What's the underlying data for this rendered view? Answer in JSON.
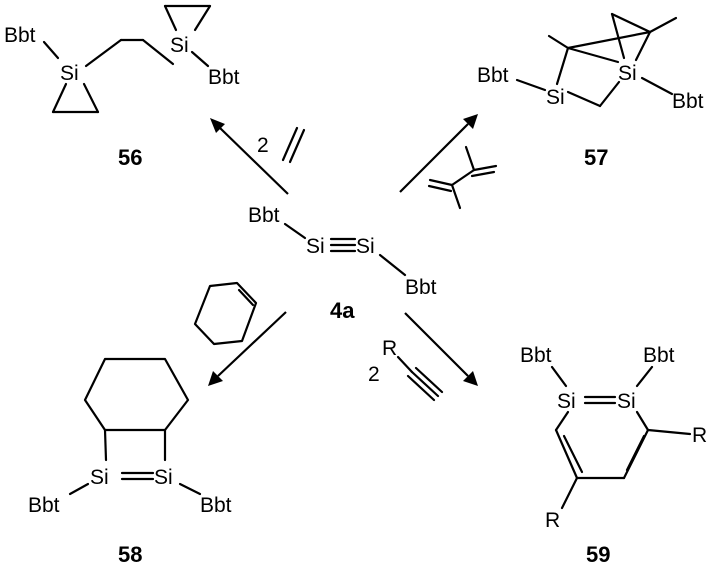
{
  "center": {
    "sub1": "Bbt",
    "si1": "Si",
    "si2": "Si",
    "sub2": "Bbt",
    "label": "4a"
  },
  "c56": {
    "bbt1": "Bbt",
    "si1": "Si",
    "si2": "Si",
    "bbt2": "Bbt",
    "label": "56"
  },
  "c57": {
    "bbt1": "Bbt",
    "si1": "Si",
    "si2": "Si",
    "bbt2": "Bbt",
    "label": "57"
  },
  "c58": {
    "si1": "Si",
    "si2": "Si",
    "bbt1": "Bbt",
    "bbt2": "Bbt",
    "label": "58"
  },
  "c59": {
    "bbt1": "Bbt",
    "bbt2": "Bbt",
    "si1": "Si",
    "si2": "Si",
    "r1": "R",
    "r2": "R",
    "label": "59"
  },
  "reagents": {
    "ethylene_coef": "2",
    "alkyne_coef": "2",
    "alkyne_r": "R"
  }
}
